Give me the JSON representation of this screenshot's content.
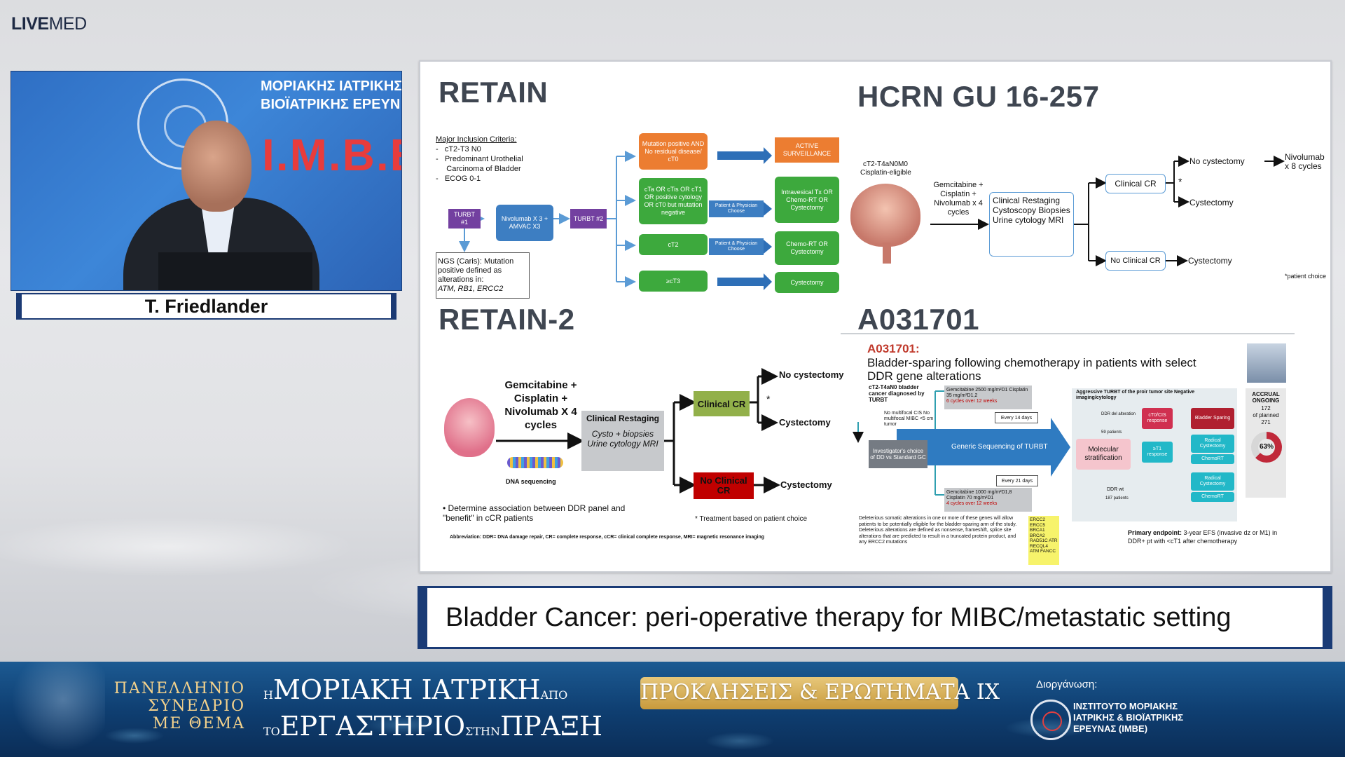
{
  "brand": {
    "bold": "LIVE",
    "light": "MED"
  },
  "video": {
    "inst_line1": "ΜΟΡΙΑΚΗΣ ΙΑΤΡΙΚΗΣ",
    "inst_line2": "ΒΙΟΪΑΤΡΙΚΗΣ ΕΡΕΥΝ",
    "inst_acronym": "I.M.B.E",
    "speaker": "T. Friedlander"
  },
  "slide": {
    "retain": {
      "title": "RETAIN",
      "criteria_head": "Major Inclusion Criteria:",
      "criteria": [
        "-   cT2-T3 N0",
        "-   Predominant Urothelial",
        "     Carcinoma of Bladder",
        "-   ECOG 0-1"
      ],
      "turbt1": "TURBT #1",
      "nivo": "Nivolumab X 3 + AMVAC X3",
      "turbt2": "TURBT #2",
      "ngs": "NGS (Caris): Mutation positive defined as alterations in:",
      "ngs_genes": "ATM, RB1, ERCC2",
      "mut_pos": "Mutation positive AND No residual disease/ cT0",
      "cta": "cTa OR cTis OR cT1 OR positive cytology OR cT0 but mutation negative",
      "ct2": "cT2",
      "ct3": "≥cT3",
      "pat1": "Patient & Physician Choose",
      "pat2": "Patient & Physician Choose",
      "active": "ACTIVE SURVEILLANCE",
      "intravesical": "Intravesical Tx OR Chemo-RT OR Cystectomy",
      "chemort": "Chemo-RT OR Cystectomy",
      "cystectomy": "Cystectomy"
    },
    "hcrn": {
      "title": "HCRN GU 16-257",
      "stage": "cT2-T4aN0M0",
      "eligible": "Cisplatin-eligible",
      "regimen": "Gemcitabine + Cisplatin + Nivolumab x 4 cycles",
      "restaging_title": "Clinical Restaging",
      "restaging_items": "Cystoscopy Biopsies Urine cytology MRI",
      "ccr": "Clinical CR",
      "noccr": "No Clinical CR",
      "no_cyst": "No cystectomy",
      "nivo8": "Nivolumab x 8 cycles",
      "cyst1": "Cystectomy",
      "cyst2": "Cystectomy",
      "star": "*",
      "note": "*patient choice"
    },
    "retain2": {
      "title": "RETAIN-2",
      "regimen": "Gemcitabine + Cisplatin + Nivolumab X 4 cycles",
      "dna": "DNA sequencing",
      "restaging_title": "Clinical Restaging",
      "restaging_items": "Cysto + biopsies Urine cytology MRI",
      "ccr": "Clinical CR",
      "noccr": "No Clinical CR",
      "no_cyst": "No cystectomy",
      "cyst1": "Cystectomy",
      "cyst2": "Cystectomy",
      "star": "*",
      "bullet": "• Determine association between DDR panel and \"benefit\" in cCR patients",
      "note": "* Treatment based on patient choice",
      "abbrev": "Abbreviation: DDR= DNA damage repair, CR= complete response, cCR= clinical complete response, MRI= magnetic resonance imaging"
    },
    "a031701": {
      "title": "A031701",
      "red": "A031701:",
      "desc1": "Bladder-sparing following chemotherapy in patients with select",
      "desc2": "DDR gene alterations",
      "pop": "cT2-T4aN0 bladder cancer diagnosed by TURBT",
      "criteria": "No multifocal CIS No multifocal MIBC <5 cm tumor",
      "inv": "Investigator's choice of DD vs Standard GC",
      "gem1": "Gemcitabine 2500 mg/m²D1 Cisplatin 35 mg/m²D1,2",
      "gem1_cycles": "6 cycles over 12 weeks",
      "every14": "Every 14 days",
      "generic": "Generic Sequencing of TURBT",
      "every21": "Every 21 days",
      "gem2": "Gemcitabine 1000 mg/m²D1,8 Cisplatin 70 mg/m²D1",
      "gem2_cycles": "4 cycles over 12 weeks",
      "aggr": "Aggressive TURBT of the proir tumor site Negative imaging/cytology",
      "ddr_del": "DDR del alteration",
      "pts59": "59 patients",
      "molecular": "Molecular stratification",
      "ddr_wt": "DDR wt",
      "pts187": "187 patients",
      "ct0": "cT0/CIS response",
      "ct1": "≥T1 response",
      "sparing": "Bladder Sparing",
      "radical1": "Radical Cystectomy",
      "chemort1": "ChemoRT",
      "radical2": "Radical Cystectomy",
      "chemort2": "ChemoRT",
      "accrual": "ACCRUAL ONGOING",
      "accrual_num": "172",
      "accrual_of": "of planned",
      "accrual_total": "271",
      "pct": "63%",
      "pct_value": 63,
      "deleterious": "Deleterious somatic alterations in one or more of these genes will allow patients to be potentially eligible for the bladder-sparing arm of the study. Deleterious alterations are defined as nonsense, frameshift, splice site alterations that are predicted to result in a truncated protein product, and any ERCC2 mutations",
      "genes": "ERCC2 ERCC5 BRCA1 BRCA2 RAD51C ATR RECQL4 ATM FANCC",
      "endpoint_label": "Primary endpoint:",
      "endpoint": "3-year EFS (invasive dz or M1) in DDR+ pt with <cT1 after chemotherapy"
    }
  },
  "caption": "Bladder Cancer: peri-operative therapy for MIBC/metastatic setting",
  "footer": {
    "pan1": "ΠΑΝΕΛΛΗΝΙΟ",
    "pan2": "ΣΥΝΕΔΡΙΟ",
    "pan3": "ΜΕ ΘΕΜΑ",
    "h_pre": "Η",
    "h_main": "ΜΟΡΙΑΚΗ ΙΑΤΡΙΚΗ",
    "h_post": "ΑΠΟ",
    "l_pre": "ΤΟ",
    "l_main": "ΕΡΓΑΣΤΗΡΙΟ",
    "l_mid": "ΣΤΗΝ",
    "l_end": "ΠΡΑΞΗ",
    "pill": "ΠΡΟΚΛΗΣΕΙΣ & ΕΡΩΤΗΜΑΤΑ IX",
    "org_label": "Διοργάνωση:",
    "org_name1": "ΙΝΣΤΙΤΟΥΤΟ ΜΟΡΙΑΚΗΣ",
    "org_name2": "ΙΑΤΡΙΚΗΣ & ΒΙΟΪΑΤΡΙΚΗΣ",
    "org_name3": "ΕΡΕΥΝΑΣ (IMBE)"
  }
}
